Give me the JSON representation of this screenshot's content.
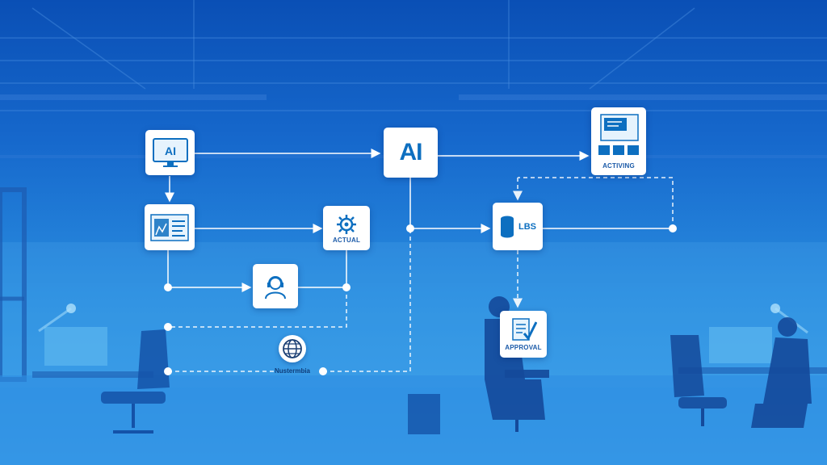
{
  "diagram": {
    "nodes": {
      "ai_monitor": {
        "text": "AI",
        "icon": "ai-monitor-icon"
      },
      "ai_logo": {
        "text": "AI",
        "icon": "ai-logo-icon"
      },
      "dashboard": {
        "icon": "dashboard-chart-icon"
      },
      "actual": {
        "label": "ACTUAL",
        "icon": "gear-network-icon"
      },
      "agent": {
        "icon": "person-headset-icon"
      },
      "globe": {
        "label": "Nustermbia",
        "icon": "globe-icon"
      },
      "ui_screen": {
        "label": "ACTIVING",
        "icon": "ui-screen-icon"
      },
      "database": {
        "text": "LBS",
        "icon": "database-icon"
      },
      "approval": {
        "label": "APPROVAL",
        "icon": "document-check-icon"
      }
    },
    "colors": {
      "node_bg": "#ffffff",
      "icon_blue": "#0d6fc0",
      "connector": "#ffffff",
      "background_top": "#0a4fb5",
      "background_bottom": "#3ea3ea"
    }
  }
}
